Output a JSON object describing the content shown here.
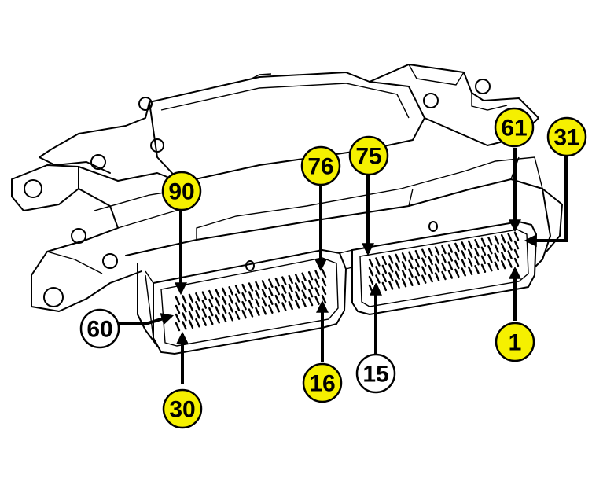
{
  "colors": {
    "highlight": "#f5f000",
    "plain": "#ffffff",
    "ink": "#000000"
  },
  "callouts": {
    "c90": {
      "label": "90",
      "fill": "highlight"
    },
    "c76": {
      "label": "76",
      "fill": "highlight"
    },
    "c75": {
      "label": "75",
      "fill": "highlight"
    },
    "c61": {
      "label": "61",
      "fill": "highlight"
    },
    "c31": {
      "label": "31",
      "fill": "highlight"
    },
    "c60": {
      "label": "60",
      "fill": "plain"
    },
    "c30": {
      "label": "30",
      "fill": "highlight"
    },
    "c16": {
      "label": "16",
      "fill": "highlight"
    },
    "c15": {
      "label": "15",
      "fill": "plain"
    },
    "c1": {
      "label": "1",
      "fill": "highlight"
    }
  }
}
